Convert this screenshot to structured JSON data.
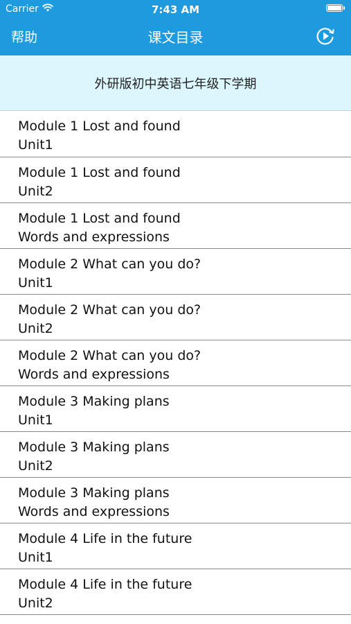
{
  "status_bar": {
    "carrier": "Carrier",
    "time": "7:43 AM",
    "wifi_icon": "wifi-icon",
    "battery_icon": "battery-icon",
    "battery_level": 1.0
  },
  "nav": {
    "help_label": "帮助",
    "title": "课文目录",
    "play_icon": "play-circle-icon"
  },
  "book": {
    "title": "外研版初中英语七年级下学期"
  },
  "lessons": [
    {
      "module": "Module 1 Lost and found",
      "unit": "Unit1"
    },
    {
      "module": "Module 1 Lost and found",
      "unit": "Unit2"
    },
    {
      "module": "Module 1 Lost and found",
      "unit": "Words and expressions"
    },
    {
      "module": "Module 2 What can you do?",
      "unit": "Unit1"
    },
    {
      "module": "Module 2 What can you do?",
      "unit": "Unit2"
    },
    {
      "module": "Module 2 What can you do?",
      "unit": "Words and expressions"
    },
    {
      "module": "Module 3 Making plans",
      "unit": "Unit1"
    },
    {
      "module": "Module 3 Making plans",
      "unit": "Unit2"
    },
    {
      "module": "Module 3 Making plans",
      "unit": "Words and expressions"
    },
    {
      "module": "Module 4 Life in the future",
      "unit": "Unit1"
    },
    {
      "module": "Module 4 Life in the future",
      "unit": "Unit2"
    }
  ],
  "colors": {
    "header_bg": "#1e9bdf",
    "book_band_bg": "#dcf6fd"
  }
}
